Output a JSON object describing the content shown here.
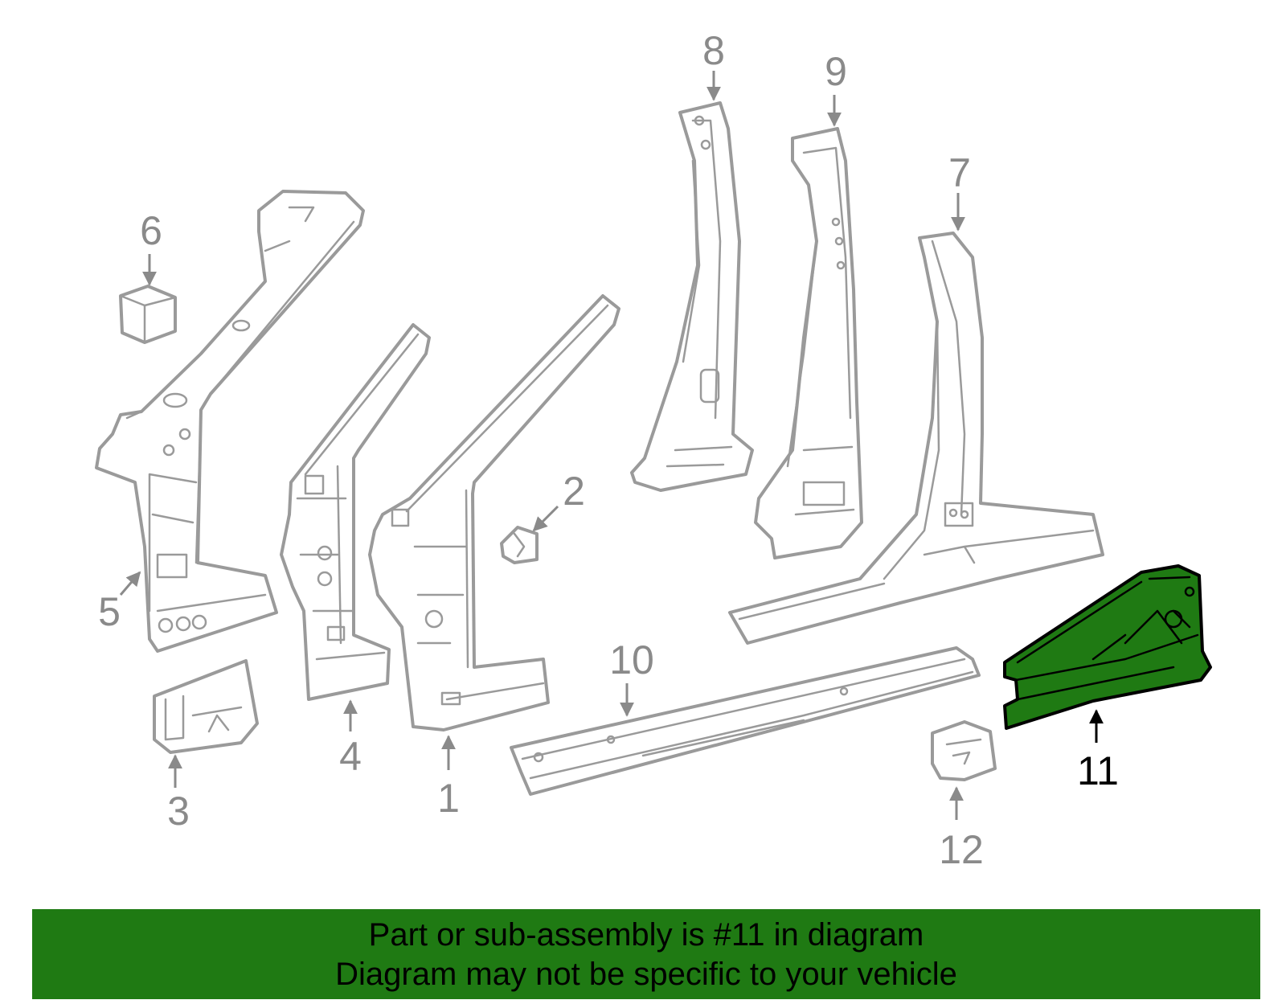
{
  "diagram": {
    "highlighted_part": "11",
    "callouts": [
      "1",
      "2",
      "3",
      "4",
      "5",
      "6",
      "7",
      "8",
      "9",
      "10",
      "11",
      "12"
    ],
    "colors": {
      "highlight_fill": "#1f7a13",
      "part_stroke": "#9a9a9a",
      "label_gray": "#8a8a8a",
      "label_highlight": "#000000"
    }
  },
  "banner": {
    "line1": "Part or sub-assembly is #11 in diagram",
    "line2": "Diagram may not be specific to your vehicle"
  }
}
